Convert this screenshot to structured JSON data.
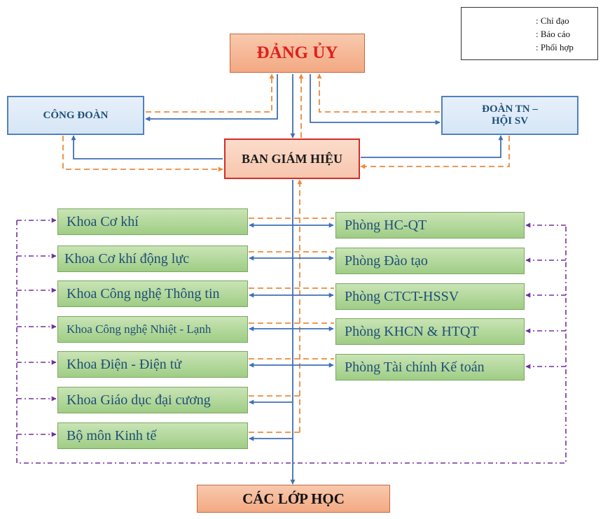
{
  "colors": {
    "chi_dao": "#3f6fb5",
    "bao_cao": "#ed8a3b",
    "phoi_hop": "#7030a0"
  },
  "legend": {
    "chi_dao": ": Chỉ đạo",
    "bao_cao": ": Báo cáo",
    "phoi_hop": ": Phối hợp"
  },
  "top": {
    "dang_uy": "ĐẢNG ỦY",
    "cong_doan": "CÔNG ĐOÀN",
    "doan_line1": "ĐOÀN TN –",
    "doan_line2": "HỘI SV",
    "ban_giam_hieu": "BAN GIÁM HIỆU",
    "cac_lop_hoc": "CÁC LỚP HỌC"
  },
  "khoa": [
    "Khoa Cơ khí",
    "Khoa Cơ khí động lực",
    "Khoa Công nghệ Thông tin",
    "Khoa Công nghệ Nhiệt - Lạnh",
    "Khoa Điện - Điện tử",
    "Khoa Giáo dục đại cương",
    "Bộ môn Kinh tế"
  ],
  "phong": [
    "Phòng HC-QT",
    "Phòng Đào tạo",
    "Phòng CTCT-HSSV",
    "Phòng KHCN & HTQT",
    "Phòng Tài chính Kế toán"
  ]
}
